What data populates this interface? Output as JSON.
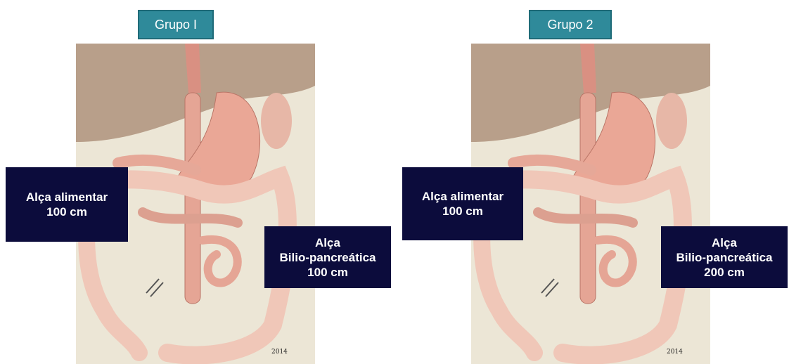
{
  "groups": [
    {
      "title": "Grupo I",
      "alimentar": {
        "line1": "Alça alimentar",
        "line2": "100 cm"
      },
      "bilio": {
        "line1": "Alça",
        "line2": "Bilio-pancreática",
        "line3": "100 cm"
      },
      "signature_year": "2014"
    },
    {
      "title": "Grupo 2",
      "alimentar": {
        "line1": "Alça alimentar",
        "line2": "100 cm"
      },
      "bilio": {
        "line1": "Alça",
        "line2": "Bilio-pancreática",
        "line3": "200 cm"
      },
      "signature_year": "2014"
    }
  ],
  "colors": {
    "title_bg": "#2f8a9a",
    "label_bg": "#0c0c3c",
    "liver": "#b89f8a",
    "background_tissue": "#ece6d6",
    "organ_pink": "#e8a898",
    "bowel": "#f0c7b8"
  }
}
